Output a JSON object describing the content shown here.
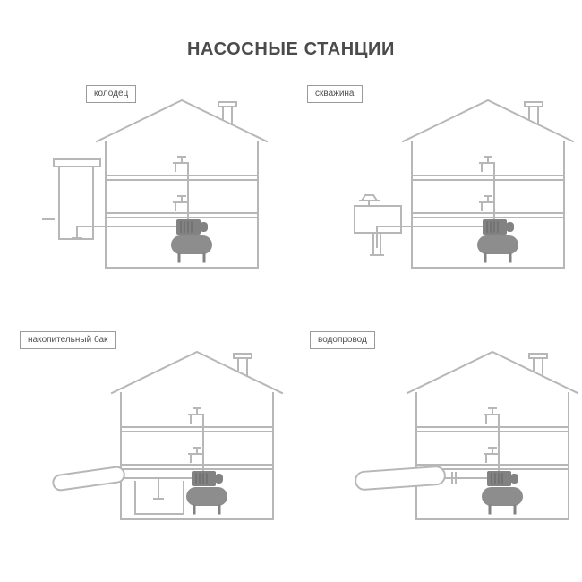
{
  "title": "НАСОСНЫЕ СТАНЦИИ",
  "diagrams": [
    {
      "id": "well",
      "label": "колодец"
    },
    {
      "id": "borehole",
      "label": "скважина"
    },
    {
      "id": "storage_tank",
      "label": "накопительный бак"
    },
    {
      "id": "water_main",
      "label": "водопровод"
    }
  ],
  "colors": {
    "background": "#ffffff",
    "line": "#b7b7b7",
    "pump_body": "#828282",
    "pump_tank": "#8d8d8d",
    "title_text": "#4b4b4b",
    "label_text": "#4f4f4f",
    "label_border": "#9a9a9a"
  }
}
